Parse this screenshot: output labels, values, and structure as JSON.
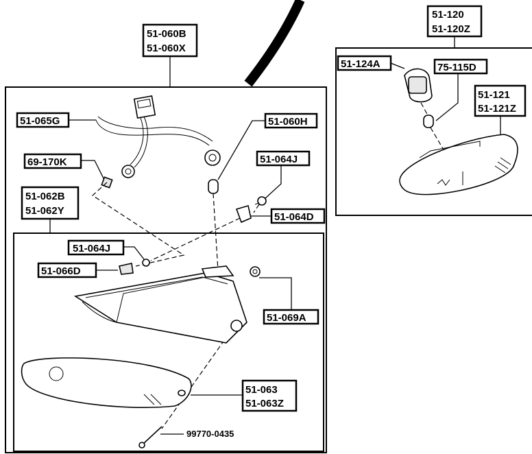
{
  "labels": {
    "main_assembly": [
      "51-060B",
      "51-060X"
    ],
    "side_assembly": [
      "51-120",
      "51-120Z"
    ],
    "harness": "51-065G",
    "bulb_socket": "51-060H",
    "clip_69": "69-170K",
    "screw_upper": "51-064J",
    "lens_housing": [
      "51-062B",
      "51-062Y"
    ],
    "bracket_upper": "51-064D",
    "screw_lower": "51-064J",
    "bracket_lower": "51-066D",
    "nut": "51-069A",
    "lens": [
      "51-063",
      "51-063Z"
    ],
    "screw_long": "99770-0435",
    "side_socket": "51-124A",
    "side_bulb": "75-115D",
    "side_lens": [
      "51-121",
      "51-121Z"
    ]
  }
}
